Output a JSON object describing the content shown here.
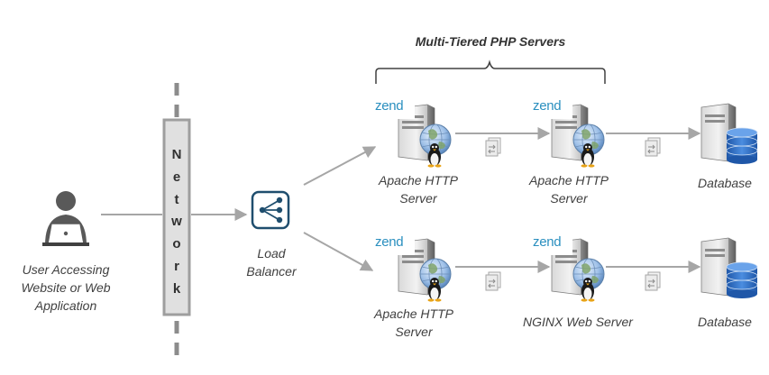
{
  "title": "Multi-Tiered PHP Servers",
  "user_label": [
    "User Accessing",
    "Website or Web",
    "Application"
  ],
  "network_letters": [
    "N",
    "e",
    "t",
    "w",
    "o",
    "r",
    "k"
  ],
  "load_balancer_label": [
    "Load",
    "Balancer"
  ],
  "zend_logo_text": "zend",
  "top_row": {
    "server1_label": [
      "Apache HTTP",
      "Server"
    ],
    "server2_label": [
      "Apache HTTP",
      "Server"
    ],
    "database_label": "Database"
  },
  "bottom_row": {
    "server1_label": [
      "Apache HTTP",
      "Server"
    ],
    "server2_label": "NGINX Web Server",
    "database_label": "Database"
  },
  "colors": {
    "arrow": "#a6a6a6",
    "lb_icon": "#1f4e6e",
    "zend": "#2a8fbf",
    "db_blue": "#2b6cc4",
    "text": "#404040"
  },
  "icons": [
    "user-laptop-icon",
    "network-bar",
    "load-balancer-icon",
    "server-tower-icon",
    "globe-icon",
    "linux-penguin-icon",
    "zend-logo",
    "database-cylinder-icon",
    "data-transfer-icon"
  ]
}
